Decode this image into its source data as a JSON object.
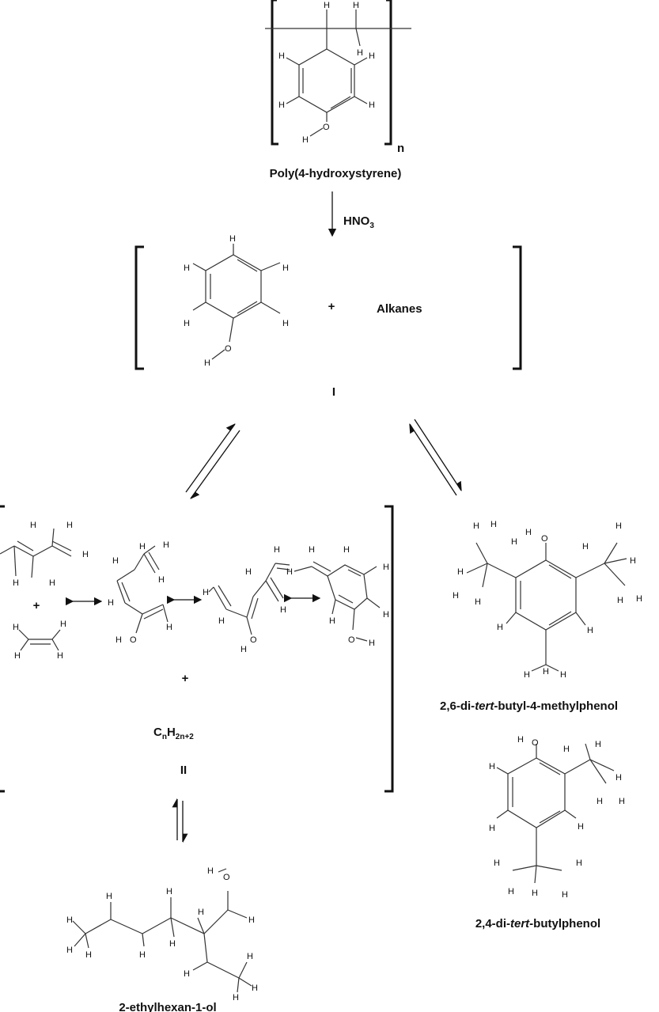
{
  "labels": {
    "polymer_name": "Poly(4-hydroxystyrene)",
    "repeat_subscript": "n",
    "reagent_main": "HNO",
    "reagent_sub": "3",
    "plus": "+",
    "alkanes": "Alkanes",
    "intermediate_I": "I",
    "intermediate_II": "II",
    "alkane_formula": {
      "c": "C",
      "n": "n",
      "h": "H",
      "sub": "2n+2"
    },
    "bht_pre": "2,6-di-",
    "bht_ital": "tert",
    "bht_post": "-butyl-4-methylphenol",
    "dtbp_pre": "2,4-di-",
    "dtbp_ital": "tert",
    "dtbp_post": "-butylphenol",
    "ethylhexanol": "2-ethylhexan-1-ol"
  },
  "atoms": {
    "H": "H",
    "O": "O"
  }
}
